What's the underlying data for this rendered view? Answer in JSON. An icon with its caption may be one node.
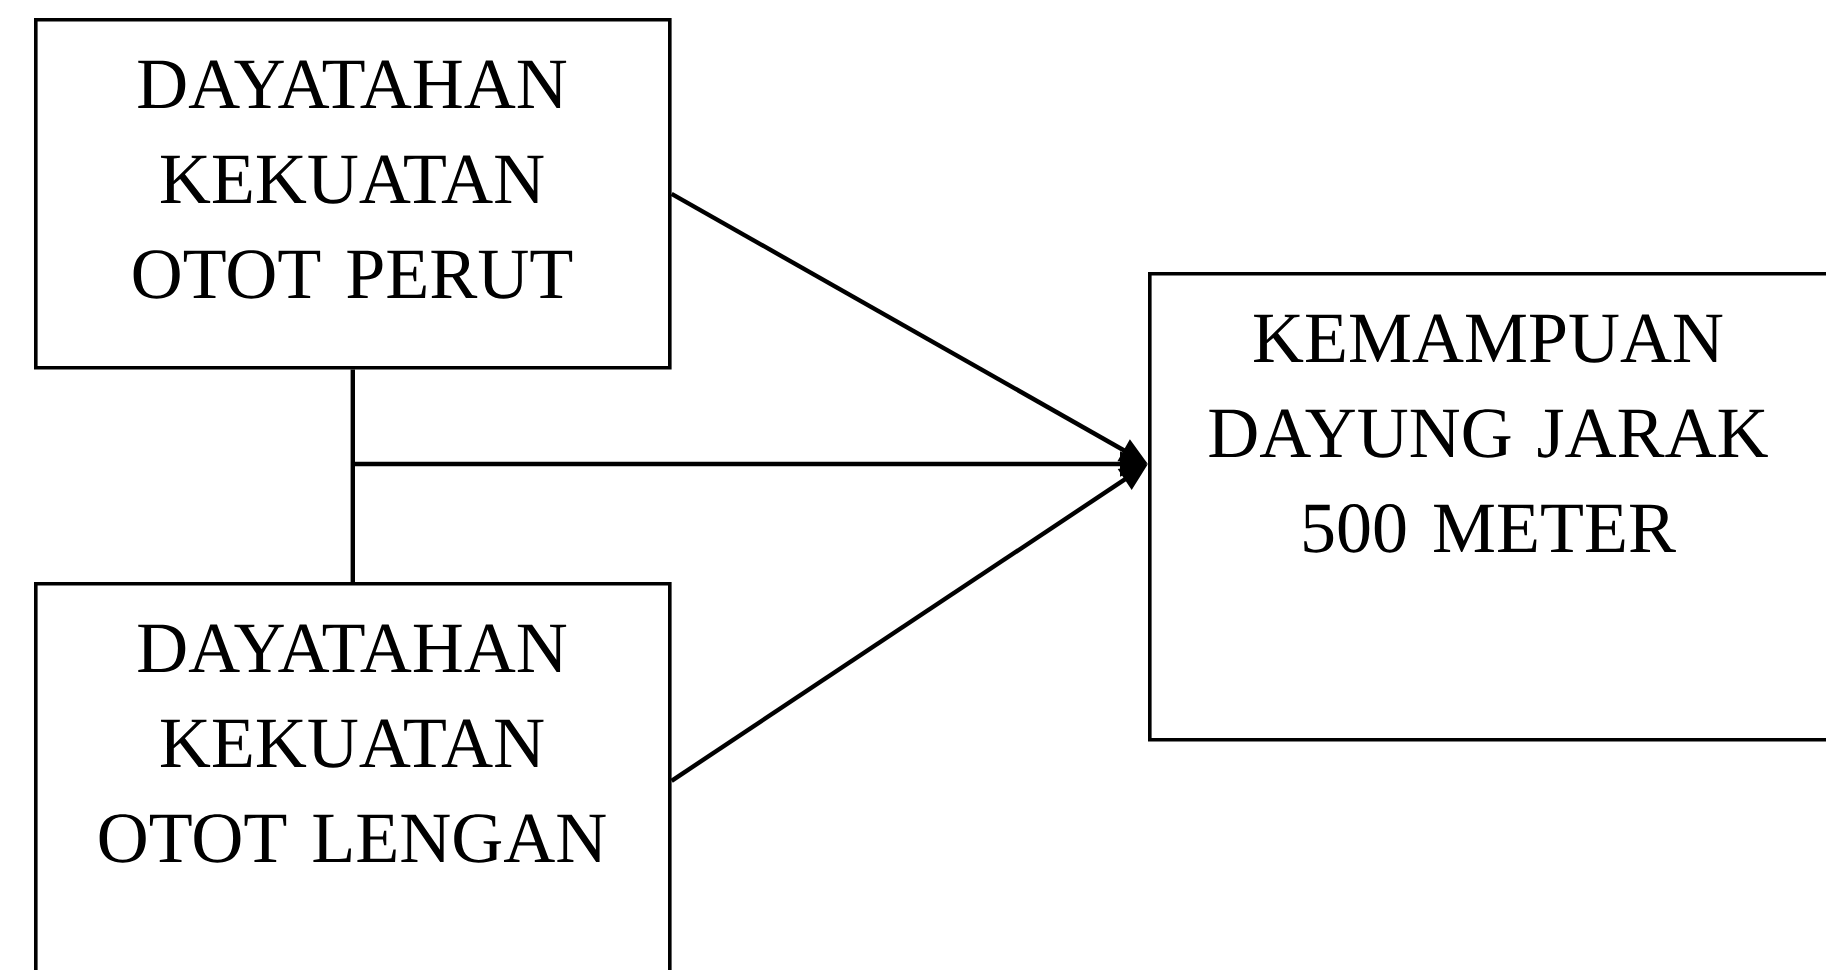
{
  "diagram": {
    "nodes": [
      {
        "text": [
          "DAYATAHAN KEKUATAN OTOT PERUT"
        ]
      },
      {
        "text": [
          "DAYATAHAN KEKUATAN OTOT LENGAN"
        ]
      },
      {
        "text": [
          "KEMAMPUAN DAYUNG JARAK 500 METER"
        ]
      }
    ],
    "edges": [
      {
        "from": 0,
        "to": 2,
        "arrow": "to"
      },
      {
        "from": 0,
        "to": 1,
        "arrow": "none"
      },
      {
        "from": null,
        "to": 2,
        "arrow": "to"
      },
      {
        "from": 1,
        "to": 2,
        "arrow": "to"
      }
    ]
  }
}
